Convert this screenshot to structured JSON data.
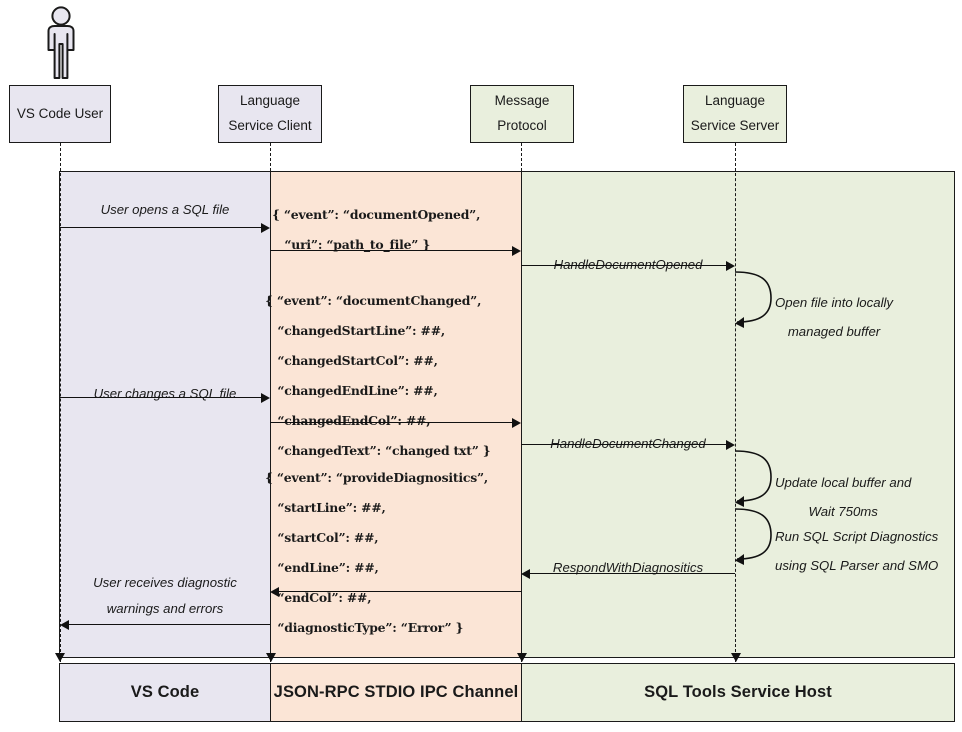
{
  "diagram": {
    "title": "VS Code SQL Tools language service sequence",
    "colors": {
      "vscode_band": "#e8e6f0",
      "ipc_band": "#fbe5d6",
      "host_band": "#e9efdd",
      "stroke": "#1a1a1a"
    }
  },
  "actor": {
    "name": "actor-person-icon"
  },
  "participants": [
    {
      "id": "user",
      "line1": "VS Code User",
      "line2": ""
    },
    {
      "id": "client",
      "line1": "Language",
      "line2": "Service Client"
    },
    {
      "id": "proto",
      "line1": "Message",
      "line2": "Protocol"
    },
    {
      "id": "server",
      "line1": "Language",
      "line2": "Service Server"
    }
  ],
  "footer": [
    {
      "id": "vscode",
      "label": "VS Code"
    },
    {
      "id": "ipc",
      "label": "JSON-RPC STDIO IPC Channel"
    },
    {
      "id": "host",
      "label": "SQL Tools Service Host"
    }
  ],
  "messages": {
    "user_opens": "User opens a SQL file",
    "user_changes": "User changes a SQL file",
    "user_receives_1": "User receives diagnostic",
    "user_receives_2": "warnings and errors",
    "handle_document_opened": "HandleDocumentOpened",
    "handle_document_changed": "HandleDocumentChanged",
    "respond_with_diagnostics": "RespondWithDiagnositics"
  },
  "payloads": {
    "document_opened": "{ “event”: “documentOpened”,\n   “uri”: “path_to_file” }",
    "document_changed": "{ “event”: “documentChanged”,\n   “changedStartLine”: ##,\n   “changedStartCol”: ##,\n   “changedEndLine”: ##,\n   “changedEndCol”: ##,\n   “changedText”: “changed txt” }",
    "provide_diagnostics": "{ “event”: “provideDiagnositics”,\n   “startLine”: ##,\n   “startCol”: ##,\n   “endLine”: ##,\n   “endCol”: ##,\n   “diagnosticType”: “Error” }"
  },
  "notes": {
    "open_file_1": "Open file into locally",
    "open_file_2": "managed buffer",
    "update_buffer_1": "Update local buffer and",
    "update_buffer_2": "Wait 750ms",
    "run_diag_1": "Run SQL Script Diagnostics",
    "run_diag_2": "using SQL Parser and SMO"
  }
}
